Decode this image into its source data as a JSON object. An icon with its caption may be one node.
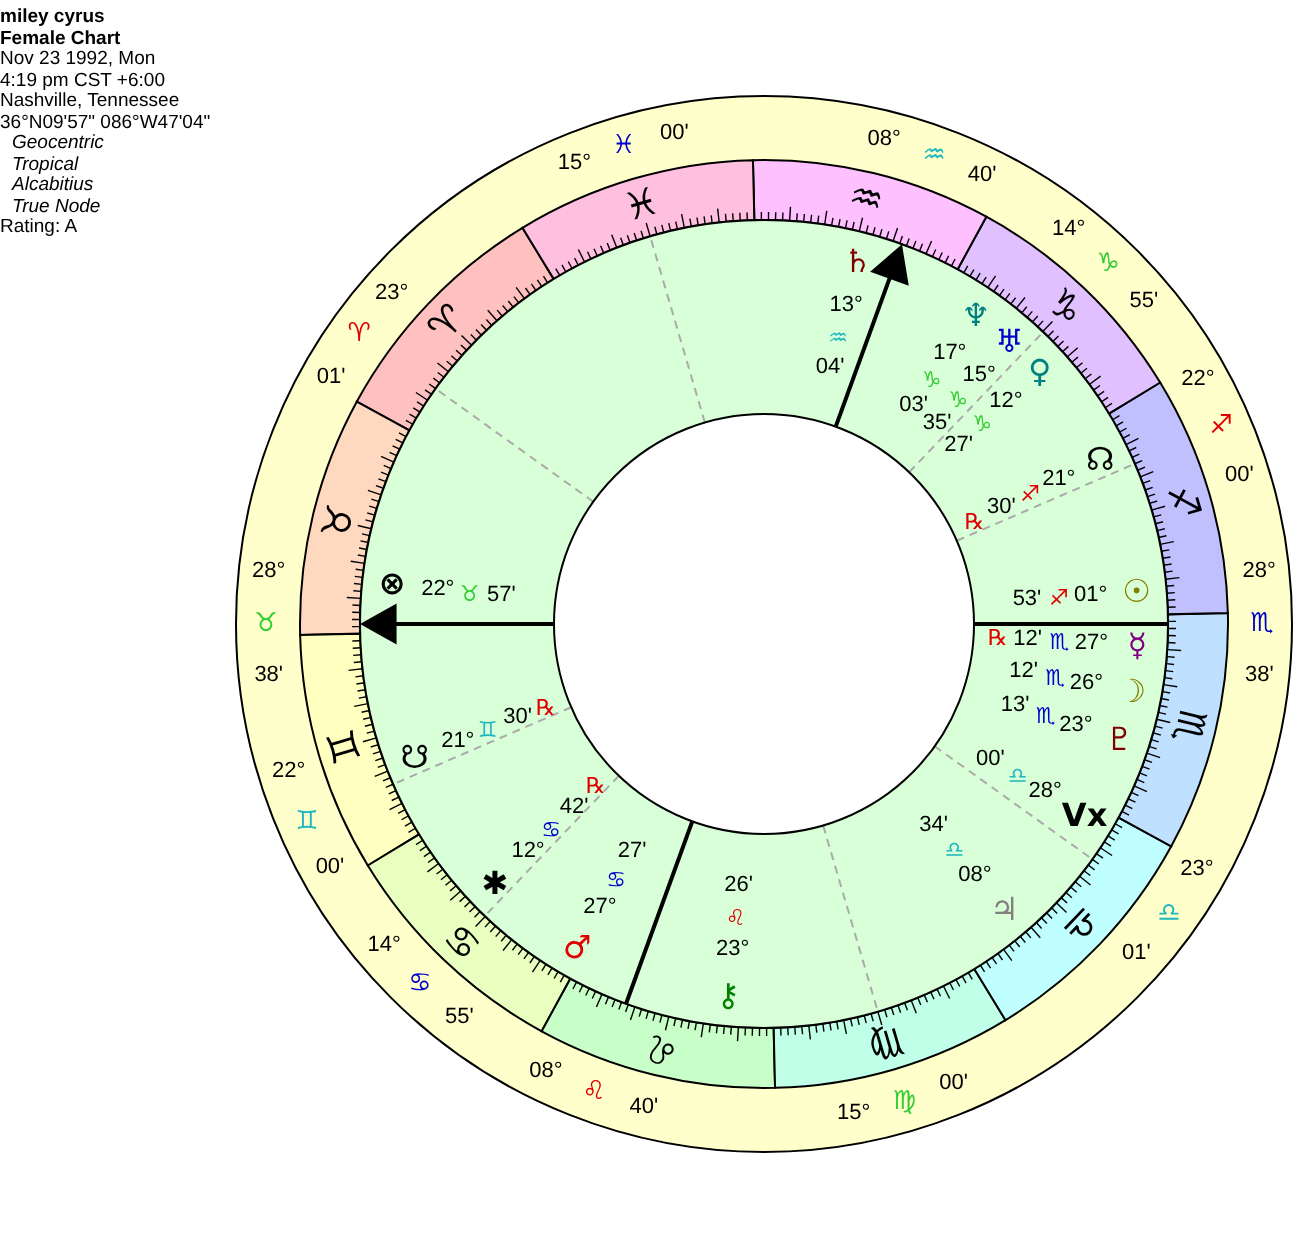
{
  "diagram": {
    "labels": [
      "miley cyrus",
      "Female Chart",
      "Nov 23 1992, Mon",
      "4:19 pm CST +6:00",
      "Nashville, Tennessee",
      "36°N09'57\" 086°W47'04\"",
      "Geocentric",
      "Tropical",
      "Alcabitius",
      "True Node",
      "Rating: A",
      "♈",
      "♉",
      "♊",
      "♋",
      "♌",
      "♍",
      "♎",
      "♏",
      "♐",
      "♑",
      "♒",
      "♓",
      "28°",
      "♉",
      "38'",
      "22°",
      "♊",
      "00'",
      "14°",
      "♋",
      "55'",
      "08°",
      "♌",
      "40'",
      "15°",
      "♍",
      "00'",
      "23°",
      "♎",
      "01'",
      "28°",
      "♏",
      "38'",
      "22°",
      "♐",
      "00'",
      "14°",
      "♑",
      "55'",
      "08°",
      "♒",
      "40'",
      "15°",
      "♓",
      "00'",
      "23°",
      "♈",
      "01'",
      "♄",
      "13°",
      "♒",
      "04'",
      "♆",
      "17°",
      "♑",
      "03'",
      "♅",
      "15°",
      "♑",
      "35'",
      "♀",
      "12°",
      "♑",
      "27'",
      "☊",
      "21°",
      "♐",
      "30'",
      "℞",
      "☉",
      "01°",
      "♐",
      "53'",
      "☿",
      "27°",
      "♏",
      "12'",
      "℞",
      "☽",
      "26°",
      "♏",
      "12'",
      "♇",
      "23°",
      "♏",
      "13'",
      "Vx",
      "28°",
      "♎",
      "00'",
      "♃",
      "08°",
      "♎",
      "34'",
      "⚷",
      "23°",
      "♌",
      "26'",
      "♂",
      "27°",
      "♋",
      "27'",
      "✱",
      "12°",
      "♋",
      "42'",
      "℞",
      "☋",
      "21°",
      "♊",
      "30'",
      "℞",
      "⊗",
      "22°",
      "♉",
      "57'"
    ]
  }
}
